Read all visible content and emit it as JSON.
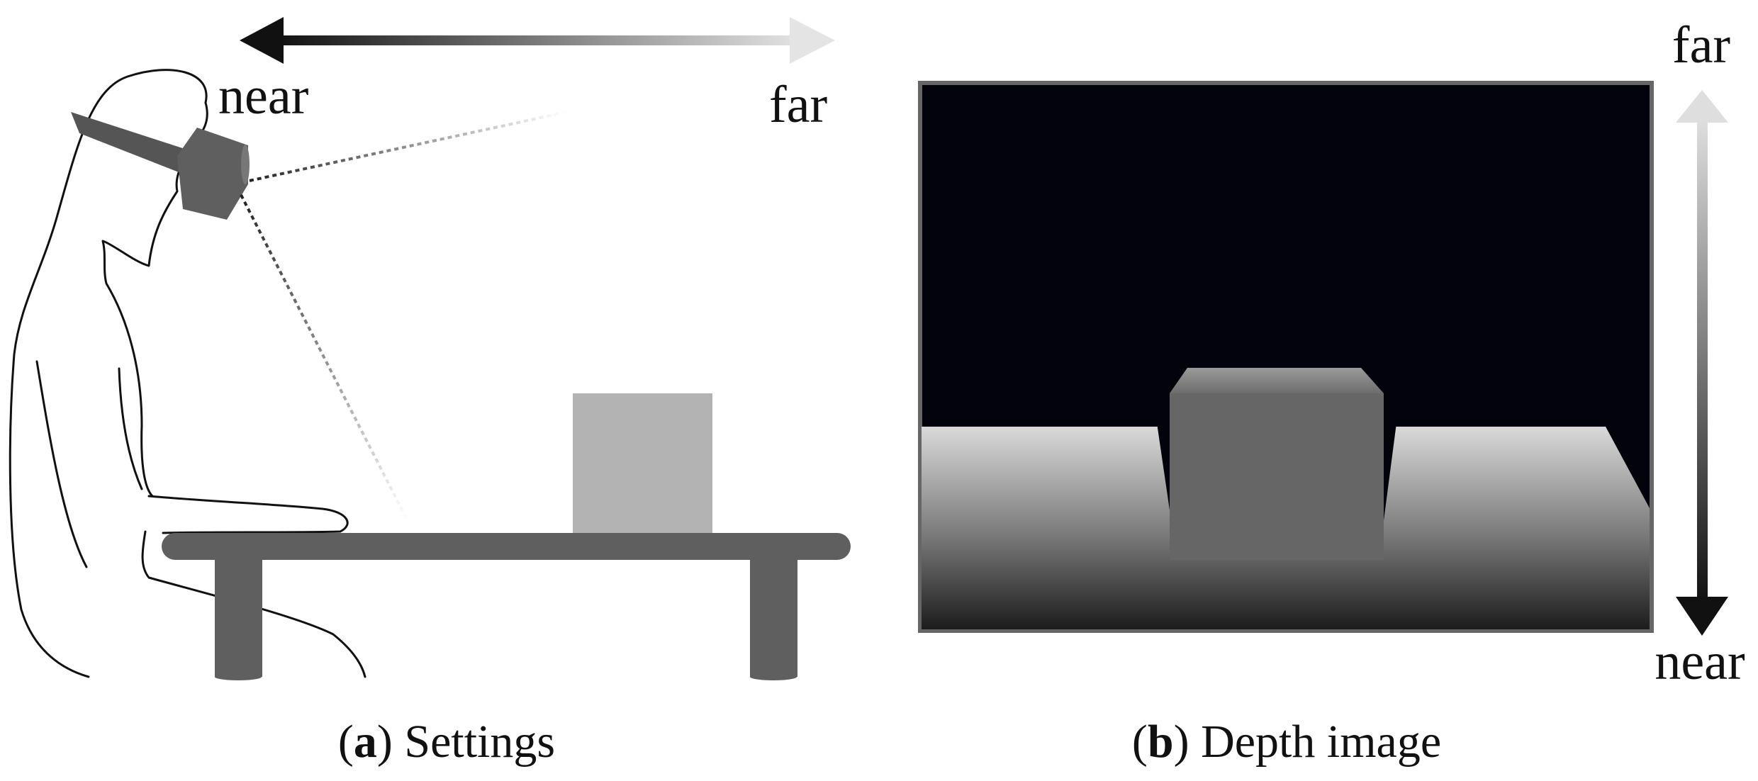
{
  "panel_a": {
    "range_near_label": "near",
    "range_far_label": "far",
    "caption_letter": "a",
    "caption_text": "Settings"
  },
  "panel_b": {
    "axis_far_label": "far",
    "axis_near_label": "near",
    "caption_letter": "b",
    "caption_text": "Depth image"
  },
  "colors": {
    "ink": "#111111",
    "device_gray": "#5f5f5f",
    "box_gray": "#b3b3b3",
    "depth_background": "#03030c",
    "frame": "#666666"
  },
  "icons": [
    "person-silhouette-icon",
    "headset-camera-icon",
    "table-icon",
    "box-icon"
  ]
}
